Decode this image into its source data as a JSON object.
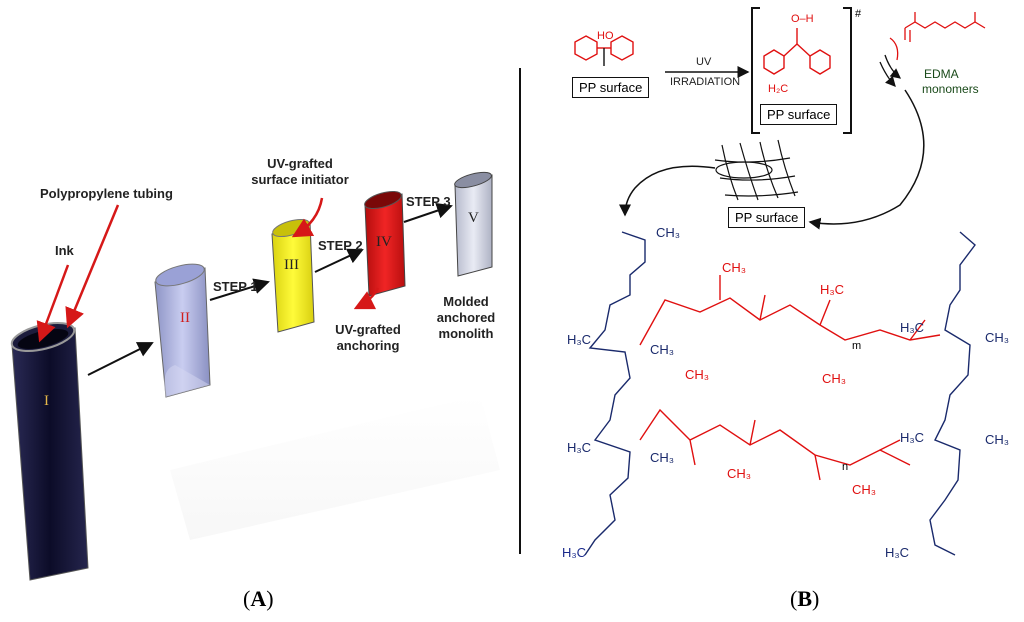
{
  "panel_a": {
    "tubing_label": "Polypropylene tubing",
    "ink_label": "Ink",
    "initiator_label_line1": "UV-grafted",
    "initiator_label_line2": "surface initiator",
    "step1": "STEP 1",
    "step2": "STEP 2",
    "step3": "STEP 3",
    "anchoring_line1": "UV-grafted",
    "anchoring_line2": "anchoring",
    "monolith_line1": "Molded",
    "monolith_line2": "anchored",
    "monolith_line3": "monolith",
    "tubes": [
      "I",
      "II",
      "III",
      "IV",
      "V"
    ],
    "panel_label": "A"
  },
  "panel_b": {
    "pp_surface_1": "PP surface",
    "pp_surface_2": "PP surface",
    "pp_surface_3": "PP surface",
    "uv_label": "UV",
    "irradiation_label": "IRRADIATION",
    "ho_label": "HO",
    "oh_label": "O–H",
    "radical_marker": "#",
    "h2c_label": "H₂C",
    "edma_label": "EDMA",
    "monomers_label": "monomers",
    "ch3": "CH₃",
    "h3c": "H₃C",
    "m_label": "m",
    "n_label": "n",
    "panel_label": "B"
  },
  "colors": {
    "tube1": "#101030",
    "tube2": "#b9bfe6",
    "tube3": "#f7f21a",
    "tube4": "#e51212",
    "tube5": "#d8dbe8",
    "arrow_red": "#d61818",
    "chem_red": "#e01010",
    "chem_blue": "#1a2a8c"
  }
}
